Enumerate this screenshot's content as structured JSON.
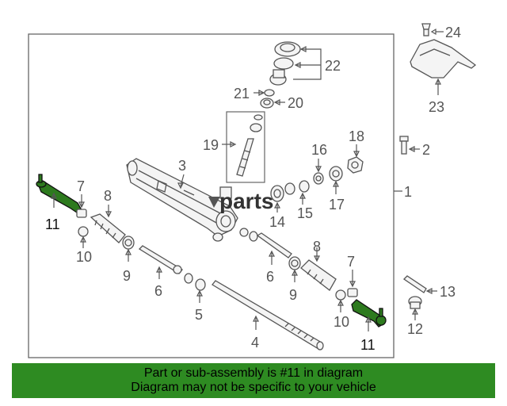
{
  "watermark": "parts",
  "callouts": {
    "n1": "1",
    "n2": "2",
    "n3": "3",
    "n4": "4",
    "n5": "5",
    "n6a": "6",
    "n6b": "6",
    "n7a": "7",
    "n7b": "7",
    "n8a": "8",
    "n8b": "8",
    "n9a": "9",
    "n9b": "9",
    "n10a": "10",
    "n10b": "10",
    "n11a": "11",
    "n11b": "11",
    "n12": "12",
    "n13": "13",
    "n14": "14",
    "n15": "15",
    "n16": "16",
    "n17": "17",
    "n18": "18",
    "n19": "19",
    "n20": "20",
    "n21": "21",
    "n22": "22",
    "n23": "23",
    "n24": "24"
  },
  "banner": {
    "line1": "Part or sub-assembly is #11 in diagram",
    "line2": "Diagram may not be specific to your vehicle",
    "color": "#2e8b22"
  },
  "highlight_color": "#2d7a1e"
}
